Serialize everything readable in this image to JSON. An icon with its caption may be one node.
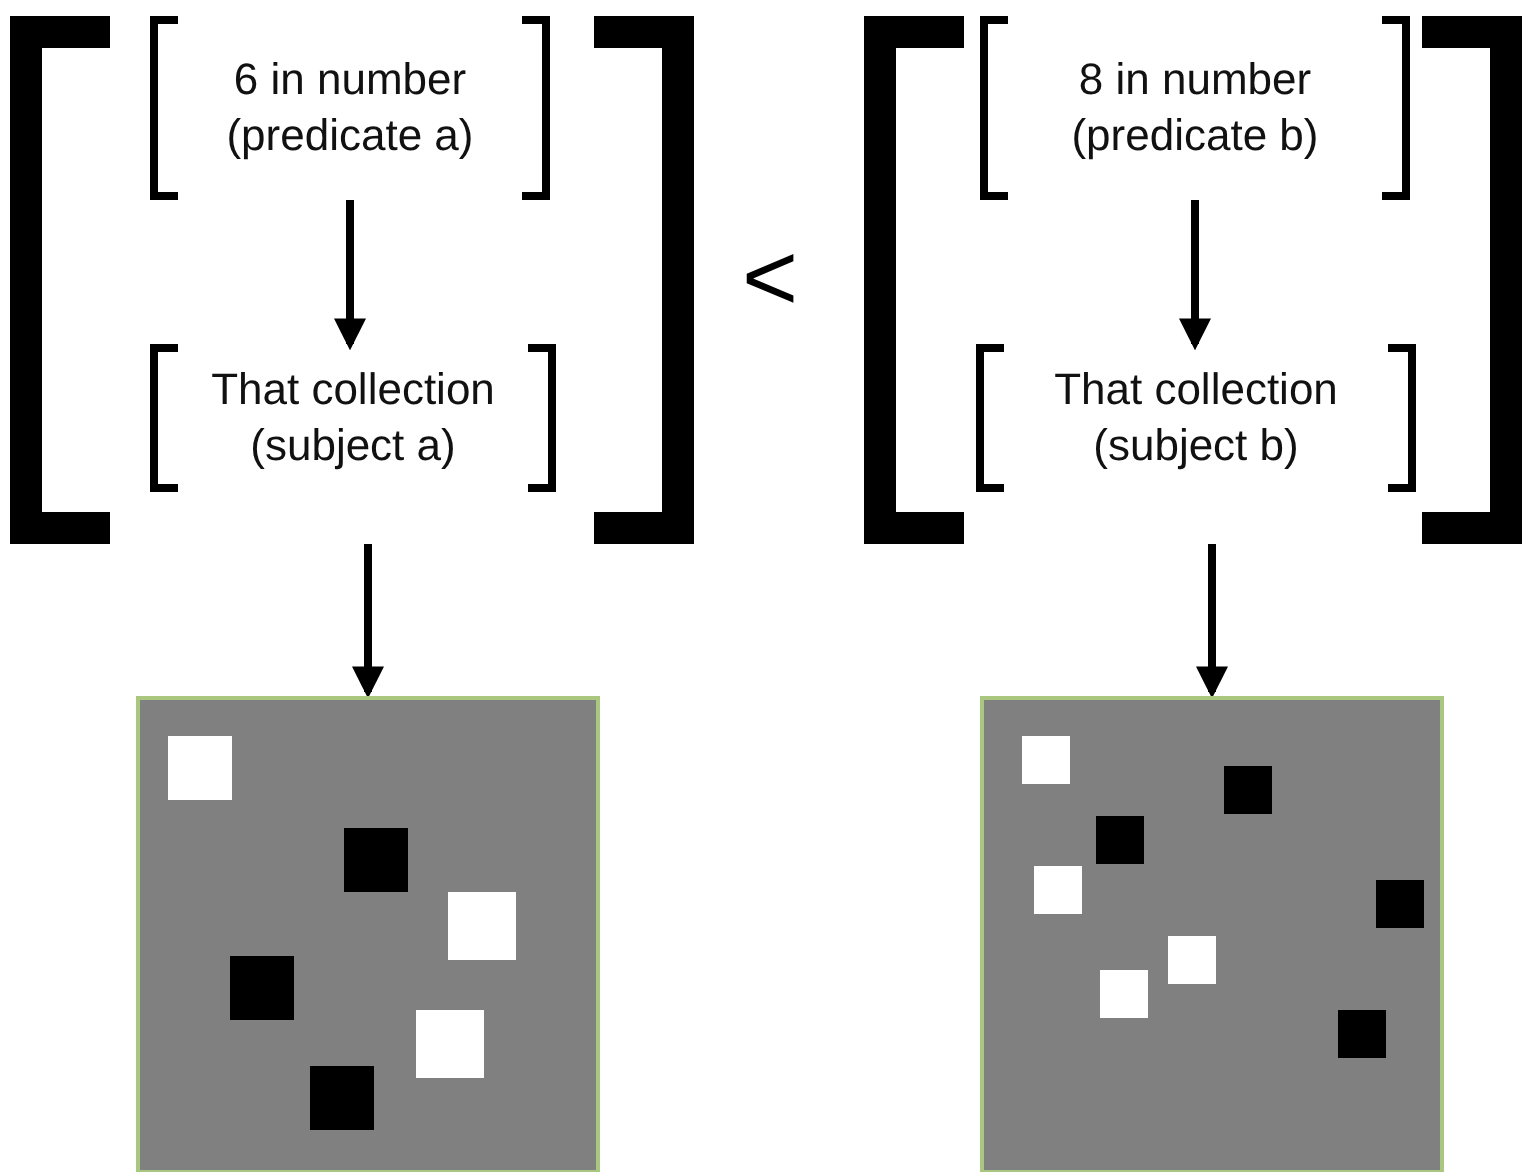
{
  "diagram": {
    "nodes": [
      {
        "text": [],
        "shape": "bracket"
      },
      {
        "text": [
          "6 in number (predicate a)"
        ],
        "in": 0
      },
      {
        "text": [
          "That collection (subject a)"
        ],
        "in": 0
      },
      {
        "text": [],
        "shape": "bracket"
      },
      {
        "text": [
          "8 in number (predicate b)"
        ],
        "in": 3
      },
      {
        "text": [
          "That collection (subject b)"
        ],
        "in": 3
      },
      {
        "text": [],
        "shape": "picture"
      },
      {
        "text": [],
        "shape": "picture"
      }
    ],
    "edges": [
      {
        "from": 1,
        "to": 2,
        "arrow": "to"
      },
      {
        "from": 0,
        "to": 6,
        "arrow": "to"
      },
      {
        "from": 4,
        "to": 5,
        "arrow": "to"
      },
      {
        "from": 3,
        "to": 7,
        "arrow": "to"
      }
    ],
    "labels": [
      "<"
    ]
  }
}
